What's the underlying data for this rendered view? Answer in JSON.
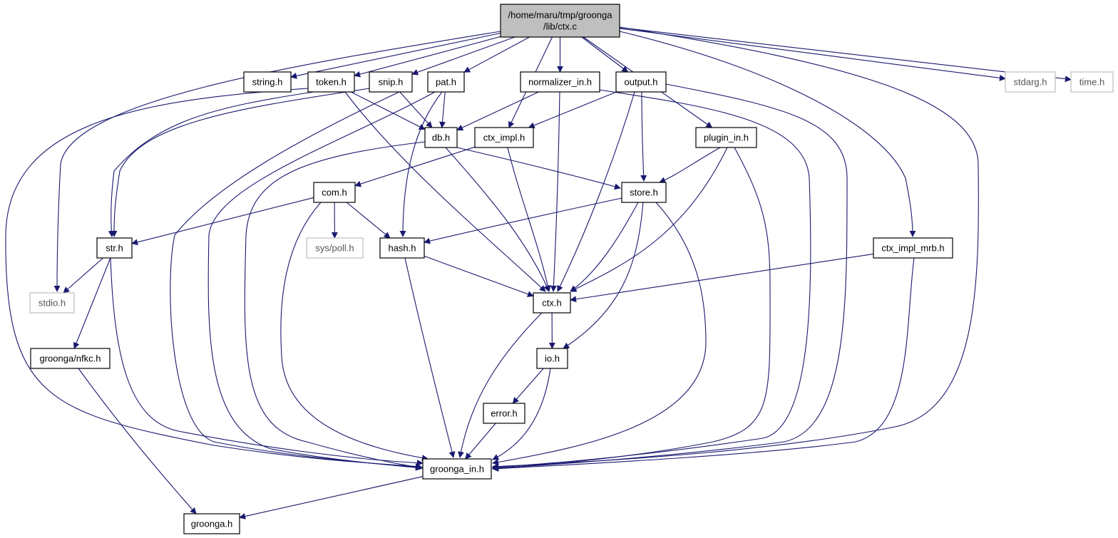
{
  "colors": {
    "edge": "#191970",
    "arrow": "#191970",
    "node_border": "#000000",
    "node_fill": "#ffffff",
    "root_fill": "#bfbfbf",
    "external_border": "#bfbfbf",
    "external_text": "#555555",
    "text": "#000000"
  },
  "nodes": [
    {
      "id": "ctx_c",
      "lines": [
        "/home/maru/tmp/groonga",
        "/lib/ctx.c"
      ],
      "kind": "root"
    },
    {
      "id": "string_h",
      "lines": [
        "string.h"
      ],
      "kind": "normal"
    },
    {
      "id": "token_h",
      "lines": [
        "token.h"
      ],
      "kind": "normal"
    },
    {
      "id": "snip_h",
      "lines": [
        "snip.h"
      ],
      "kind": "normal"
    },
    {
      "id": "pat_h",
      "lines": [
        "pat.h"
      ],
      "kind": "normal"
    },
    {
      "id": "normalizer_in_h",
      "lines": [
        "normalizer_in.h"
      ],
      "kind": "normal"
    },
    {
      "id": "output_h",
      "lines": [
        "output.h"
      ],
      "kind": "normal"
    },
    {
      "id": "stdarg_h",
      "lines": [
        "stdarg.h"
      ],
      "kind": "external"
    },
    {
      "id": "time_h",
      "lines": [
        "time.h"
      ],
      "kind": "external"
    },
    {
      "id": "db_h",
      "lines": [
        "db.h"
      ],
      "kind": "normal"
    },
    {
      "id": "ctx_impl_h",
      "lines": [
        "ctx_impl.h"
      ],
      "kind": "normal"
    },
    {
      "id": "plugin_in_h",
      "lines": [
        "plugin_in.h"
      ],
      "kind": "normal"
    },
    {
      "id": "com_h",
      "lines": [
        "com.h"
      ],
      "kind": "normal"
    },
    {
      "id": "store_h",
      "lines": [
        "store.h"
      ],
      "kind": "normal"
    },
    {
      "id": "str_h",
      "lines": [
        "str.h"
      ],
      "kind": "normal"
    },
    {
      "id": "sys_poll_h",
      "lines": [
        "sys/poll.h"
      ],
      "kind": "external"
    },
    {
      "id": "hash_h",
      "lines": [
        "hash.h"
      ],
      "kind": "normal"
    },
    {
      "id": "ctx_impl_mrb_h",
      "lines": [
        "ctx_impl_mrb.h"
      ],
      "kind": "normal"
    },
    {
      "id": "stdio_h",
      "lines": [
        "stdio.h"
      ],
      "kind": "external"
    },
    {
      "id": "ctx_h",
      "lines": [
        "ctx.h"
      ],
      "kind": "normal"
    },
    {
      "id": "io_h",
      "lines": [
        "io.h"
      ],
      "kind": "normal"
    },
    {
      "id": "groonga_nfkc_h",
      "lines": [
        "groonga/nfkc.h"
      ],
      "kind": "normal"
    },
    {
      "id": "error_h",
      "lines": [
        "error.h"
      ],
      "kind": "normal"
    },
    {
      "id": "groonga_in_h",
      "lines": [
        "groonga_in.h"
      ],
      "kind": "normal"
    },
    {
      "id": "groonga_h",
      "lines": [
        "groonga.h"
      ],
      "kind": "normal"
    }
  ],
  "edges": [
    [
      "ctx_c",
      "stdio_h"
    ],
    [
      "ctx_c",
      "string_h"
    ],
    [
      "ctx_c",
      "token_h"
    ],
    [
      "ctx_c",
      "snip_h"
    ],
    [
      "ctx_c",
      "pat_h"
    ],
    [
      "ctx_c",
      "ctx_impl_h"
    ],
    [
      "ctx_c",
      "normalizer_in_h"
    ],
    [
      "ctx_c",
      "output_h"
    ],
    [
      "ctx_c",
      "plugin_in_h"
    ],
    [
      "ctx_c",
      "ctx_impl_mrb_h"
    ],
    [
      "ctx_c",
      "stdarg_h"
    ],
    [
      "ctx_c",
      "time_h"
    ],
    [
      "ctx_c",
      "groonga_in_h"
    ],
    [
      "token_h",
      "str_h"
    ],
    [
      "token_h",
      "db_h"
    ],
    [
      "token_h",
      "ctx_h"
    ],
    [
      "token_h",
      "groonga_in_h"
    ],
    [
      "snip_h",
      "str_h"
    ],
    [
      "snip_h",
      "db_h"
    ],
    [
      "snip_h",
      "groonga_in_h"
    ],
    [
      "pat_h",
      "db_h"
    ],
    [
      "pat_h",
      "hash_h"
    ],
    [
      "pat_h",
      "groonga_in_h"
    ],
    [
      "normalizer_in_h",
      "db_h"
    ],
    [
      "normalizer_in_h",
      "ctx_h"
    ],
    [
      "normalizer_in_h",
      "groonga_in_h"
    ],
    [
      "output_h",
      "ctx_impl_h"
    ],
    [
      "output_h",
      "store_h"
    ],
    [
      "output_h",
      "ctx_h"
    ],
    [
      "output_h",
      "groonga_in_h"
    ],
    [
      "db_h",
      "store_h"
    ],
    [
      "db_h",
      "ctx_h"
    ],
    [
      "db_h",
      "groonga_in_h"
    ],
    [
      "ctx_impl_h",
      "com_h"
    ],
    [
      "ctx_impl_h",
      "ctx_h"
    ],
    [
      "plugin_in_h",
      "store_h"
    ],
    [
      "plugin_in_h",
      "ctx_h"
    ],
    [
      "plugin_in_h",
      "groonga_in_h"
    ],
    [
      "com_h",
      "str_h"
    ],
    [
      "com_h",
      "sys_poll_h"
    ],
    [
      "com_h",
      "hash_h"
    ],
    [
      "com_h",
      "groonga_in_h"
    ],
    [
      "store_h",
      "hash_h"
    ],
    [
      "store_h",
      "ctx_h"
    ],
    [
      "store_h",
      "io_h"
    ],
    [
      "store_h",
      "groonga_in_h"
    ],
    [
      "str_h",
      "stdio_h"
    ],
    [
      "str_h",
      "groonga_nfkc_h"
    ],
    [
      "str_h",
      "groonga_in_h"
    ],
    [
      "hash_h",
      "ctx_h"
    ],
    [
      "hash_h",
      "groonga_in_h"
    ],
    [
      "ctx_impl_mrb_h",
      "ctx_h"
    ],
    [
      "ctx_impl_mrb_h",
      "groonga_in_h"
    ],
    [
      "ctx_h",
      "io_h"
    ],
    [
      "ctx_h",
      "groonga_in_h"
    ],
    [
      "io_h",
      "error_h"
    ],
    [
      "io_h",
      "groonga_in_h"
    ],
    [
      "error_h",
      "groonga_in_h"
    ],
    [
      "groonga_nfkc_h",
      "groonga_h"
    ],
    [
      "groonga_in_h",
      "groonga_h"
    ]
  ]
}
